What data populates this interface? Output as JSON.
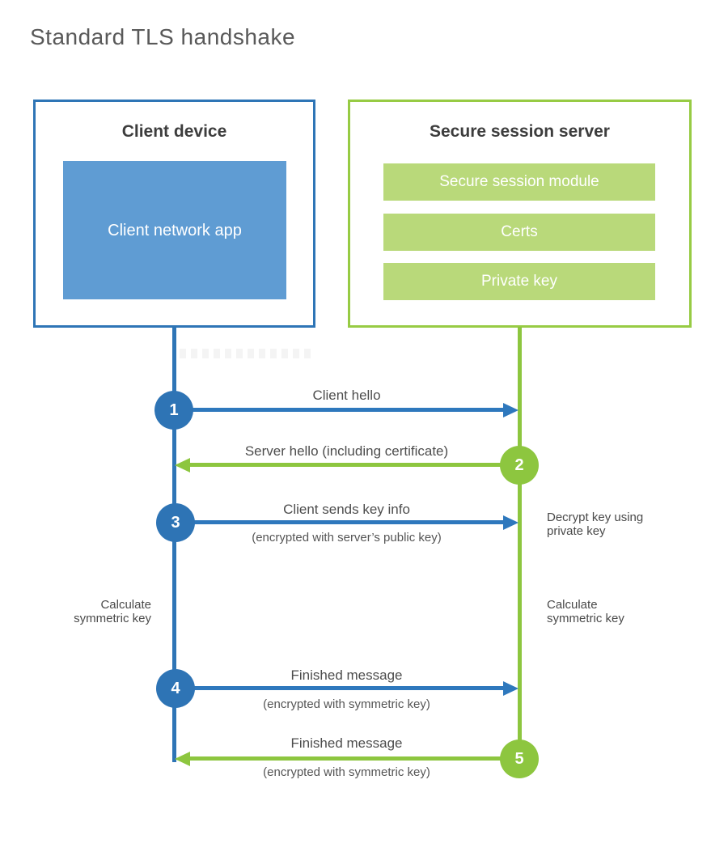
{
  "title": "Standard TLS handshake",
  "client": {
    "heading": "Client device",
    "app_label": "Client network app"
  },
  "server": {
    "heading": "Secure session server",
    "modules": [
      {
        "label": "Secure session module"
      },
      {
        "label": "Certs"
      },
      {
        "label": "Private key"
      }
    ]
  },
  "steps": [
    {
      "num": "1",
      "label": "Client hello",
      "sub": "",
      "direction": "client-to-server"
    },
    {
      "num": "2",
      "label": "Server hello (including certificate)",
      "sub": "",
      "direction": "server-to-client"
    },
    {
      "num": "3",
      "label": "Client sends key info",
      "sub": "(encrypted with server’s public key)",
      "direction": "client-to-server"
    },
    {
      "num": "4",
      "label": "Finished message",
      "sub": "(encrypted with symmetric key)",
      "direction": "client-to-server"
    },
    {
      "num": "5",
      "label": "Finished message",
      "sub": "(encrypted with symmetric key)",
      "direction": "server-to-client"
    }
  ],
  "side_notes": {
    "decrypt": "Decrypt key using private key",
    "calc_client": "Calculate symmetric key",
    "calc_server": "Calculate symmetric key"
  },
  "colors": {
    "client_blue": "#2e75b6",
    "client_fill_blue": "#5f9cd3",
    "server_green_border": "#97cb44",
    "server_green_accent": "#8dc63f",
    "server_fill_green": "#b9d97a",
    "heading_text": "#3d3d3d",
    "title_text": "#595959",
    "label_text": "#4d4d4d"
  }
}
